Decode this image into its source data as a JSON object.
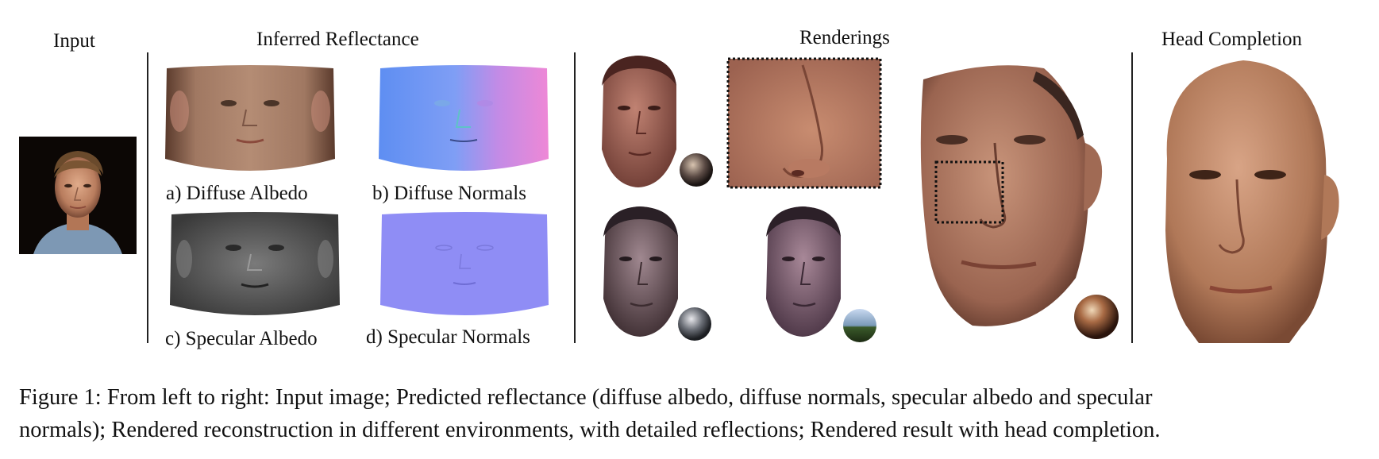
{
  "headers": {
    "input": "Input",
    "reflectance": "Inferred Reflectance",
    "renderings": "Renderings",
    "head_completion": "Head Completion"
  },
  "map_labels": {
    "diffuse_albedo": "a) Diffuse Albedo",
    "diffuse_normals": "b) Diffuse Normals",
    "specular_albedo": "c) Specular Albedo",
    "specular_normals": "d) Specular Normals"
  },
  "caption": {
    "line1": "Figure 1:  From left to right: Input image; Predicted reflectance (diffuse albedo, diffuse normals, specular albedo and specular",
    "line2": "normals); Rendered reconstruction in different environments, with detailed reflections; Rendered result with head completion."
  },
  "colors": {
    "skin": "#b57a5a",
    "skin_dark": "#7a4a38",
    "normal_blue": "#6f8cf0",
    "normal_pink": "#e08ad8",
    "specular_normal": "#8f8df5",
    "specular_gray": "#5c5c5c",
    "portrait_bg": "#0c0705"
  }
}
